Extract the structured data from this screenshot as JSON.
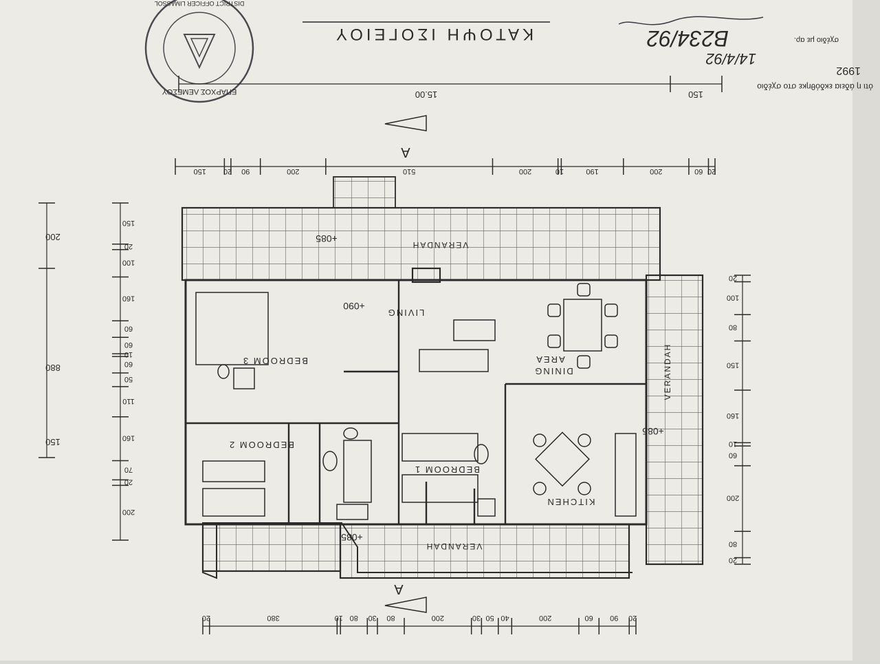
{
  "sheet": {
    "title": "ΚΑΤΟΨΗ ΙΣΟΓΕΙΟΥ",
    "paper_color": "#ecebe6",
    "ink_color": "#2b2b2b",
    "stamp_color": "#4a4a50",
    "stamp_text_top": "ΕΠΑΡΧΟΣ ΛΕΜΕΣΟΥ",
    "stamp_text_bottom": "DISTRICT OFFICER LIMASSOL",
    "signature": "Β234/92",
    "handwritten_date": "14/4/92",
    "notes": [
      "1992",
      "ότι η άδεια εκδόθηκε στο σχέδιο",
      "σχέδιο με αρ."
    ]
  },
  "rooms": {
    "living": "LIVING",
    "dining": "DINING",
    "area": "AREA",
    "bedroom1": "BEDROOM 1",
    "bedroom2": "BEDROOM 2",
    "bedroom3": "BEDROOM 3",
    "kitchen": "KITCHEN",
    "verandah_top": "VERANDAH",
    "verandah_right": "VERANDAH",
    "verandah_bottom": "VERANDAH"
  },
  "levels": {
    "living": "+090",
    "verandah_top": "+085",
    "verandah_right": "+085",
    "verandah_bottom": "+085"
  },
  "section_marker": "A",
  "dimensions": {
    "top_total_outer": "15.00",
    "top_outer_small": "150",
    "top_chain": [
      "20",
      "60",
      "200",
      "190",
      "10",
      "200",
      "510",
      "200",
      "90",
      "20",
      "150"
    ],
    "bottom_chain": [
      "20",
      "90",
      "60",
      "200",
      "40",
      "50",
      "30",
      "200",
      "80",
      "30",
      "80",
      "10",
      "380",
      "20"
    ],
    "left_total": "880",
    "left_outer": [
      "200",
      "150"
    ],
    "left_chain": [
      "200",
      "20",
      "70",
      "160",
      "110",
      "50",
      "60",
      "10",
      "60",
      "60",
      "160",
      "100",
      "20",
      "150"
    ],
    "right_chain": [
      "20",
      "80",
      "200",
      "60",
      "10",
      "160",
      "150",
      "80",
      "100",
      "20"
    ]
  }
}
